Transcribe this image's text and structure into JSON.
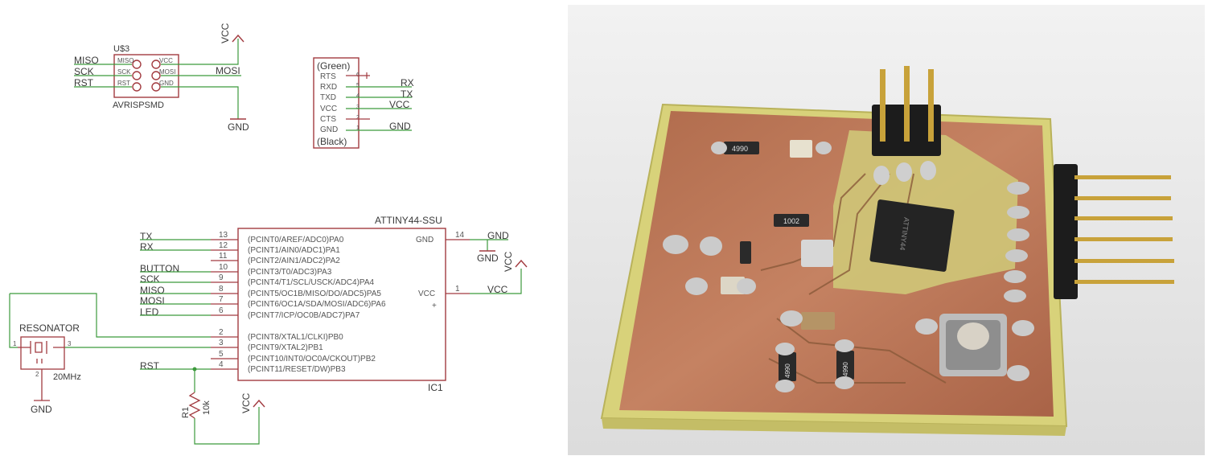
{
  "schematic": {
    "isp": {
      "name": "U$3",
      "part": "AVRISPSMD",
      "pin_left": [
        "MISO",
        "SCK",
        "RST"
      ],
      "pin_right": [
        "VCC",
        "MOSI",
        "GND"
      ],
      "net_left": [
        "MISO",
        "SCK",
        "RST"
      ],
      "net_mosi": "MOSI",
      "net_vcc": "VCC",
      "net_gnd": "GND"
    },
    "ftdi": {
      "top": "(Green)",
      "bottom": "(Black)",
      "pins": [
        "RTS",
        "RXD",
        "TXD",
        "VCC",
        "CTS",
        "GND"
      ],
      "pin_nums": [
        "6",
        "5",
        "4",
        "3",
        "2",
        "1"
      ],
      "nets": {
        "rx": "RX",
        "tx": "TX",
        "vcc": "VCC",
        "gnd": "GND"
      }
    },
    "mcu": {
      "name": "ATTINY44-SSU",
      "ref": "IC1",
      "left_pins": [
        {
          "num": "13",
          "name": "(PCINT0/AREF/ADC0)PA0",
          "net": "TX"
        },
        {
          "num": "12",
          "name": "(PCINT1/AIN0/ADC1)PA1",
          "net": "RX"
        },
        {
          "num": "11",
          "name": "(PCINT2/AIN1/ADC2)PA2",
          "net": ""
        },
        {
          "num": "10",
          "name": "(PCINT3/T0/ADC3)PA3",
          "net": "BUTTON"
        },
        {
          "num": "9",
          "name": "(PCINT4/T1/SCL/USCK/ADC4)PA4",
          "net": "SCK"
        },
        {
          "num": "8",
          "name": "(PCINT5/OC1B/MISO/DO/ADC5)PA5",
          "net": "MISO"
        },
        {
          "num": "7",
          "name": "(PCINT6/OC1A/SDA/MOSI/ADC6)PA6",
          "net": "MOSI"
        },
        {
          "num": "6",
          "name": "(PCINT7/ICP/OC0B/ADC7)PA7",
          "net": "LED"
        },
        {
          "num": "2",
          "name": "(PCINT8/XTAL1/CLKI)PB0",
          "net": ""
        },
        {
          "num": "3",
          "name": "(PCINT9/XTAL2)PB1",
          "net": ""
        },
        {
          "num": "5",
          "name": "(PCINT10/INT0/OC0A/CKOUT)PB2",
          "net": ""
        },
        {
          "num": "4",
          "name": "(PCINT11/RESET/DW)PB3",
          "net": "RST"
        }
      ],
      "right_gnd": {
        "num": "14",
        "name": "GND",
        "net": "GND",
        "net2": "GND"
      },
      "right_vcc": {
        "num": "1",
        "name": "VCC",
        "net": "VCC",
        "net2": "VCC",
        "plus": "+"
      }
    },
    "resonator": {
      "name": "RESONATOR",
      "value": "20MHz",
      "p1": "1",
      "p2": "2",
      "p3": "3",
      "net_gnd": "GND"
    },
    "resistor": {
      "ref": "R1",
      "value": "10k",
      "net_vcc": "VCC"
    }
  },
  "photo": {
    "marks": {
      "r1": "4990",
      "r2": "1002",
      "r3": "4990",
      "r4": "4990",
      "chip_mark": "ATTINY44"
    },
    "colors": {
      "copper": "#b9704f",
      "fr4": "#d8d27a",
      "solder": "#c9c9c9",
      "header": "#1c1c1c",
      "pin": "#c8a23a"
    }
  }
}
